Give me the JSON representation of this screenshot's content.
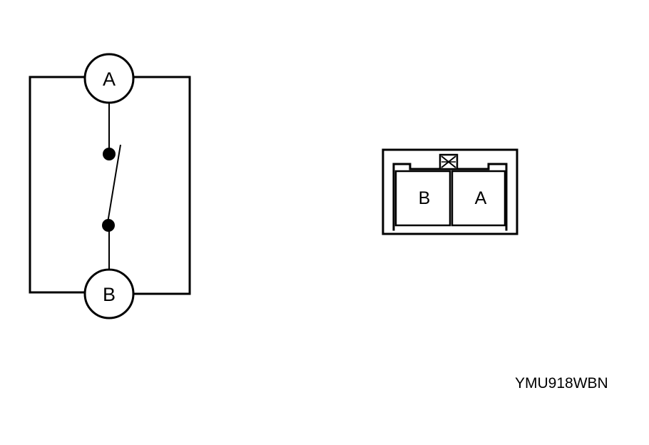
{
  "schematic": {
    "terminal_top": "A",
    "terminal_bottom": "B"
  },
  "connector": {
    "pin_left": "B",
    "pin_right": "A"
  },
  "reference_code": "YMU918WBN"
}
